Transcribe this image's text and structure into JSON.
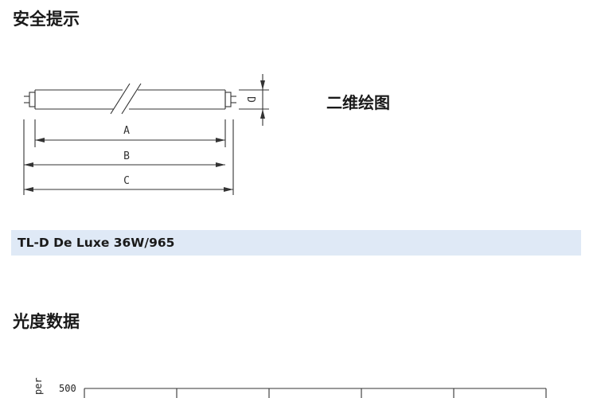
{
  "sections": {
    "safety_heading": "安全提示",
    "photometric_heading": "光度数据"
  },
  "drawing": {
    "title": "二维绘图",
    "dimension_labels": {
      "a": "A",
      "b": "B",
      "c": "C",
      "d": "D"
    }
  },
  "product": {
    "name": "TL-D De Luxe 36W/965"
  },
  "chart": {
    "y_axis_label_partial": "per",
    "y_tick_top": "500"
  },
  "chart_data": {
    "type": "line",
    "title": "",
    "xlabel": "",
    "ylabel": "per",
    "yticks": [
      500
    ],
    "series": []
  },
  "colors": {
    "product_bar": "#dfe9f6",
    "line": "#333333"
  }
}
